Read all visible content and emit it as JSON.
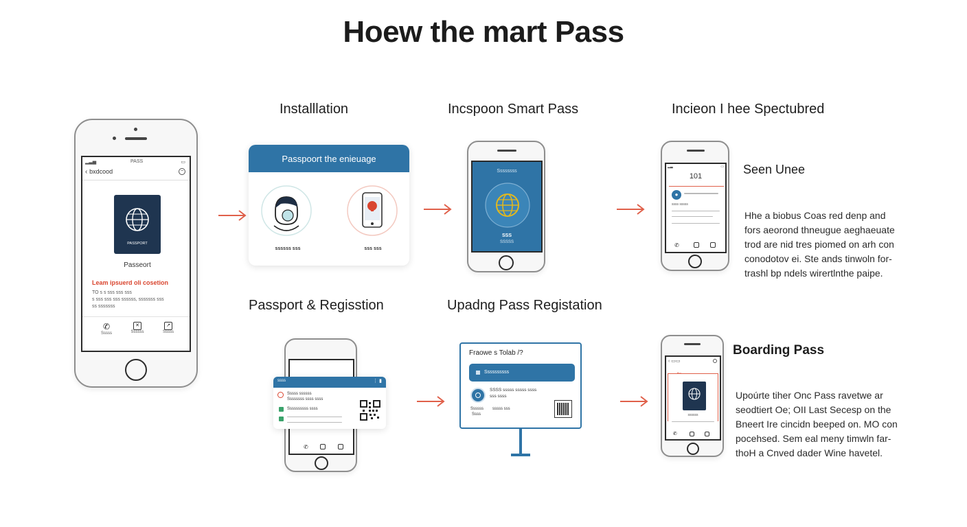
{
  "title": "Hoew the mart Pass",
  "steps": {
    "installation": "Installlation",
    "inspection": "Incspoon Smart Pass",
    "spectured": "Incieon I hee Spectubred",
    "passport_registration": "Passport & Regisstion",
    "updating": "Upadng Pass Registation"
  },
  "main_phone": {
    "status_time": "PASS",
    "back_label": "bxdcood",
    "doc_label": "PASSPORT",
    "passport_label": "Passeort",
    "link_text": "Leam ipsuerd oli cosetion",
    "body_lines": [
      "TO s s sss sss sss",
      "s sss sss sss ssssss, sssssss sss",
      "ss sssssss"
    ],
    "nav": [
      "Sssss",
      "Ssssss",
      "Sssss"
    ]
  },
  "install_card": {
    "header": "Passpoort the enieuage",
    "left_caption": "ssssss sss",
    "right_caption": "sss sss"
  },
  "inspect_phone": {
    "top_text": "Ssssssss",
    "bottom_lines": [
      "SSS",
      "SSSSS"
    ]
  },
  "spectured_phone": {
    "code": "101",
    "row_label": "ssss sssss"
  },
  "seen": {
    "label": "Seen Unee",
    "desc": [
      "Hhe a biobus Coas red denp and",
      "fors aeorond thneugue aeghaeuate",
      "trod are nid tres piomed on arh con",
      "conodotov ei. Ste ands tinwoln for-",
      "trashl bp ndels wirertlnthe paipe."
    ]
  },
  "reg_card": {
    "header": "ssss",
    "line1": "Sssss ssssss",
    "line2": "Ssssssss ssss ssss",
    "line3": "Ssssssssss ssss"
  },
  "update_card": {
    "title": "Fraowe s Tolab /?",
    "bar_label": "Ssssssssss",
    "line1": "SSSS sssss sssss ssss",
    "line2": "sss ssss",
    "side_left": [
      "Ssssss",
      "Ssss"
    ],
    "side_mid": "sssss sss"
  },
  "boarding": {
    "label": "Boarding Pass",
    "doc_caption": "ssssss",
    "desc": [
      "Upoúrte tiher Onc Pass ravetwe ar",
      "seodtiert Oe; OII Last Secesp on the",
      "Bneert Ire cincidn beeped on. MO con",
      "pocehsed. Sem eal meny timwln far-",
      "thoH a Cnved dader Wine havetel."
    ]
  },
  "colors": {
    "accent": "#2f74a6",
    "arrow": "#e0604a",
    "link": "#d9452f",
    "globe": "#e2b81e"
  }
}
